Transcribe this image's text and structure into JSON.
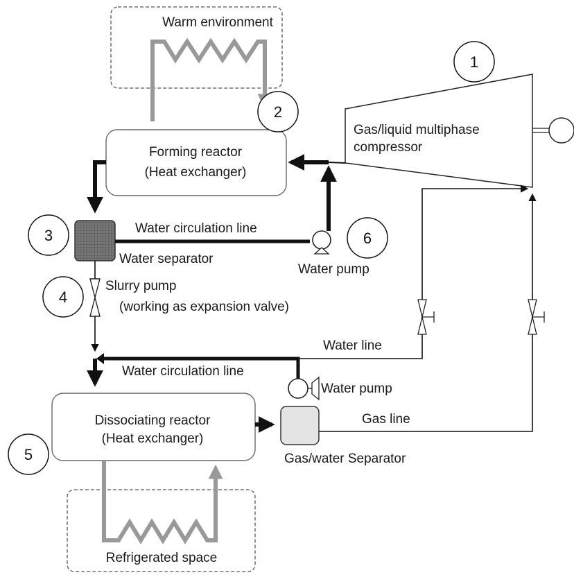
{
  "labels": {
    "warm_env": "Warm environment",
    "compressor_l1": "Gas/liquid multiphase",
    "compressor_l2": "compressor",
    "forming_l1": "Forming reactor",
    "forming_l2": "(Heat exchanger)",
    "water_circ_top": "Water circulation line",
    "water_separator": "Water separator",
    "water_pump_top": "Water pump",
    "slurry_l1": "Slurry pump",
    "slurry_l2": "(working as expansion valve)",
    "water_line": "Water line",
    "water_circ_bottom": "Water circulation line",
    "water_pump_bottom": "Water pump",
    "dissoc_l1": "Dissociating reactor",
    "dissoc_l2": "(Heat exchanger)",
    "gas_line": "Gas line",
    "gas_water_sep": "Gas/water Separator",
    "refrigerated": "Refrigerated space"
  },
  "markers": {
    "m1": "1",
    "m2": "2",
    "m3": "3",
    "m4": "4",
    "m5": "5",
    "m6": "6"
  },
  "colors": {
    "line": "#111111",
    "thermal": "#999999",
    "box_border": "#666666",
    "water_separator_fill": "#6e6e6e",
    "gas_separator_fill": "#e4e4e4"
  }
}
